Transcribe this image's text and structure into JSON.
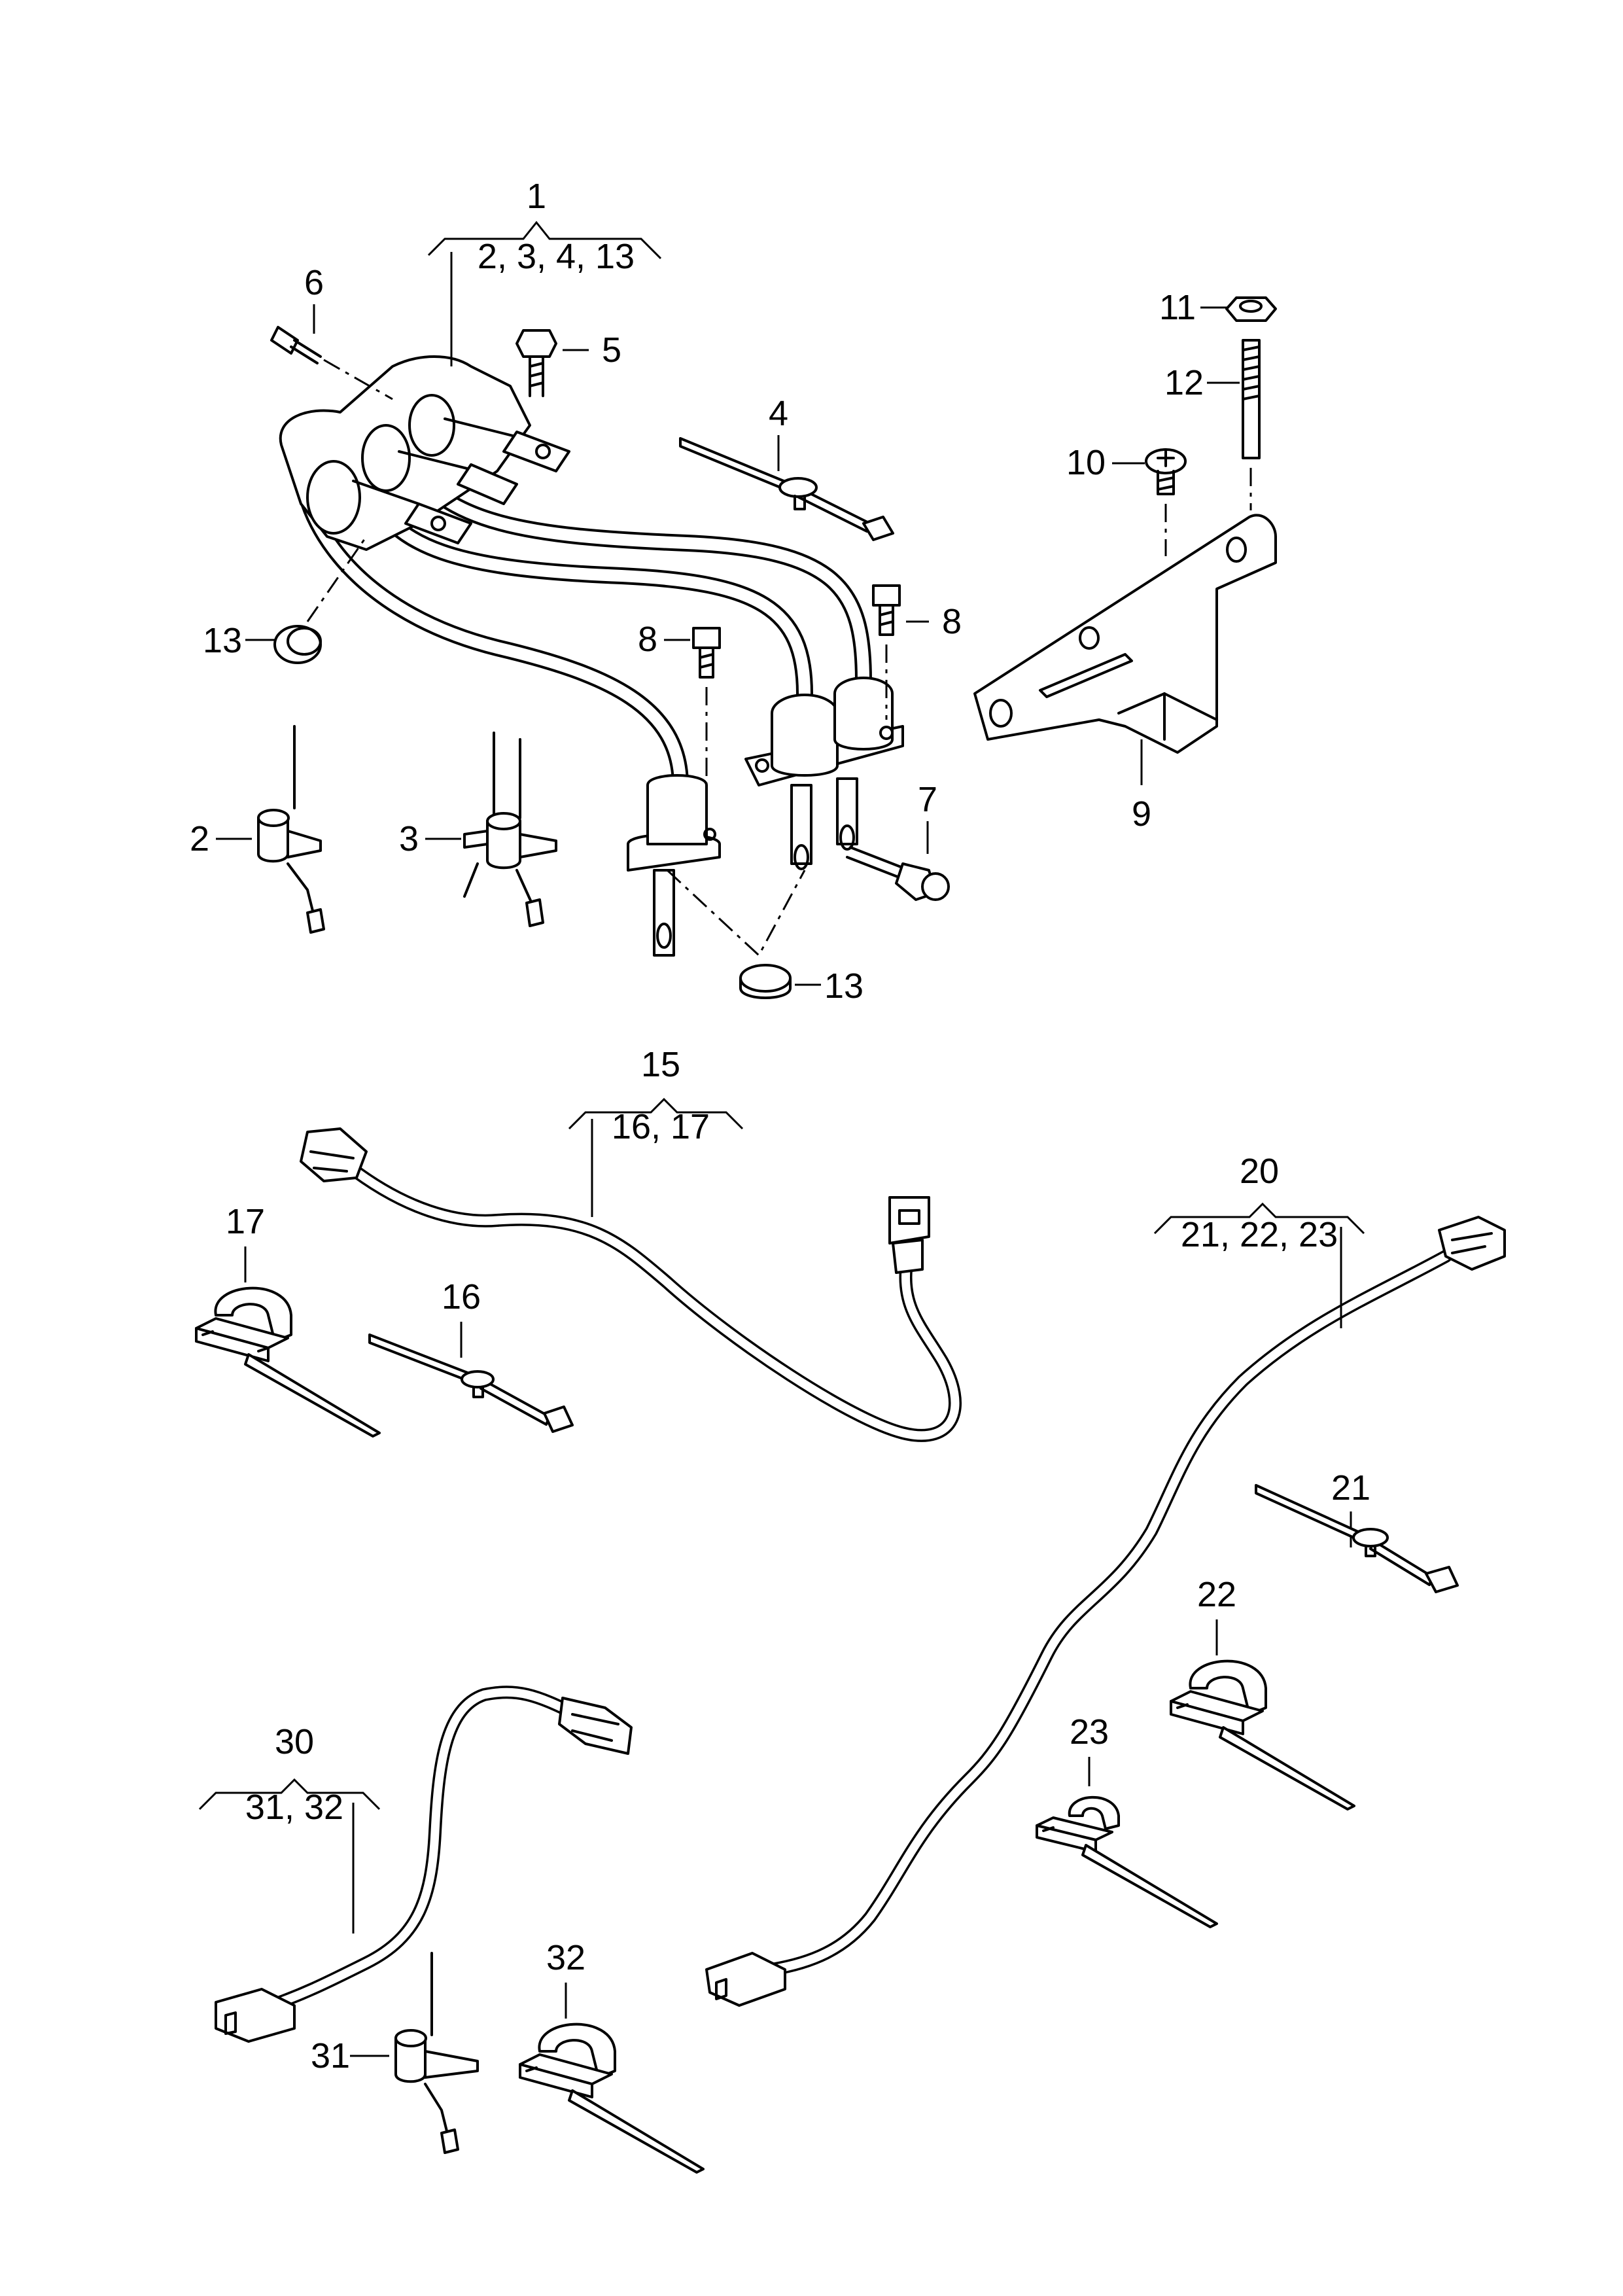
{
  "labels": {
    "group1": {
      "number": "1",
      "sub": "2, 3, 4, 13"
    },
    "group15": {
      "number": "15",
      "sub": "16, 17"
    },
    "group20": {
      "number": "20",
      "sub": "21, 22, 23"
    },
    "group30": {
      "number": "30",
      "sub": "31, 32"
    },
    "p2": "2",
    "p3": "3",
    "p4": "4",
    "p5": "5",
    "p6": "6",
    "p7": "7",
    "p8a": "8",
    "p8b": "8",
    "p9": "9",
    "p10": "10",
    "p11": "11",
    "p12": "12",
    "p13a": "13",
    "p13b": "13",
    "p16": "16",
    "p17": "17",
    "p21": "21",
    "p22": "22",
    "p23": "23",
    "p31": "31",
    "p32": "32"
  }
}
